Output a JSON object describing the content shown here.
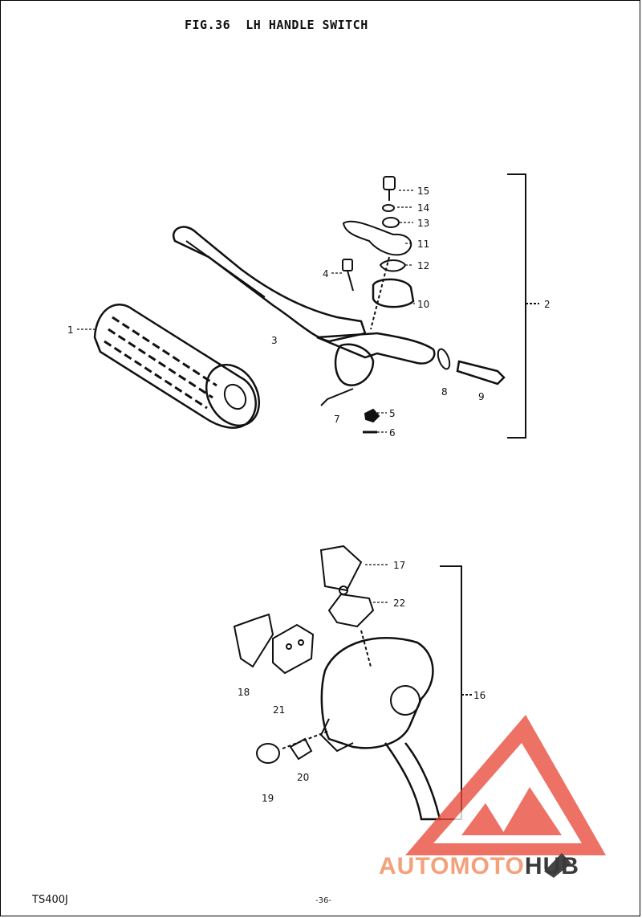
{
  "page": {
    "title": "FIG.36  LH HANDLE SWITCH",
    "model": "TS400J",
    "page_number": "-36-"
  },
  "callouts": [
    "1",
    "2",
    "3",
    "4",
    "5",
    "6",
    "7",
    "8",
    "9",
    "10",
    "11",
    "12",
    "13",
    "14",
    "15",
    "16",
    "17",
    "18",
    "19",
    "20",
    "21",
    "22"
  ],
  "watermark": {
    "text_part1": "AUTOMOTO",
    "text_part2": "HUB",
    "colors": {
      "primary": "#f4a07a",
      "secondary": "#3a3a3a",
      "triangle": "#e84a3a"
    }
  }
}
